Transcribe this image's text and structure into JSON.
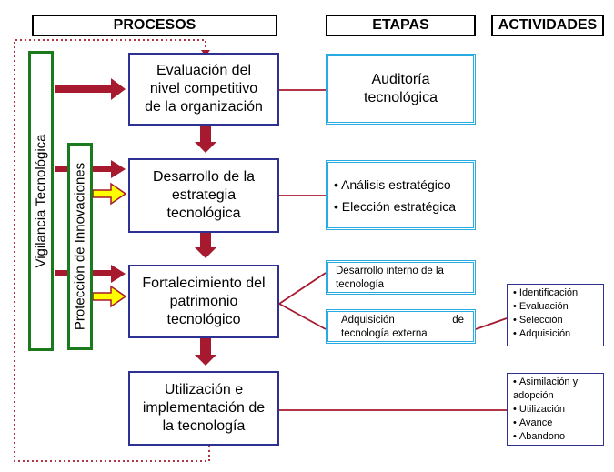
{
  "headers": {
    "procesos": "PROCESOS",
    "etapas": "ETAPAS",
    "actividades": "ACTIVIDADES"
  },
  "side_labels": {
    "vigilancia": "Vigilancia Tecnológica",
    "proteccion": "Protección de Innovaciones"
  },
  "processes": [
    {
      "lines": [
        "Evaluación del",
        "nivel competitivo",
        "de la organización"
      ]
    },
    {
      "lines": [
        "Desarrollo de la",
        "estrategia",
        "tecnológica"
      ]
    },
    {
      "lines": [
        "Fortalecimiento del",
        "patrimonio",
        "tecnológico"
      ]
    },
    {
      "lines": [
        "Utilización e",
        "implementación de",
        "la tecnología"
      ]
    }
  ],
  "etapas": {
    "auditoria": [
      "Auditoría",
      "tecnológica"
    ],
    "analisis": "Análisis estratégico",
    "eleccion": "Elección estratégica",
    "desarrollo_interno": [
      "Desarrollo interno de la",
      "tecnología"
    ],
    "adquisicion_a": "Adquisición",
    "adquisicion_b": "de",
    "adquisicion_c": "tecnología externa"
  },
  "actividades": {
    "grupo1": [
      "Identificación",
      "Evaluación",
      "Selección",
      "Adquisición"
    ],
    "grupo2": [
      "Asimilación y adopción",
      "Utilización",
      "Avance",
      "Abandono"
    ]
  },
  "colors": {
    "process_border": "#2e3192",
    "etapa_border": "#29abe2",
    "side_border": "#1b7a1b",
    "arrow_red": "#a6192e",
    "arrow_yellow": "#ffff00",
    "connector": "#a6192e"
  }
}
